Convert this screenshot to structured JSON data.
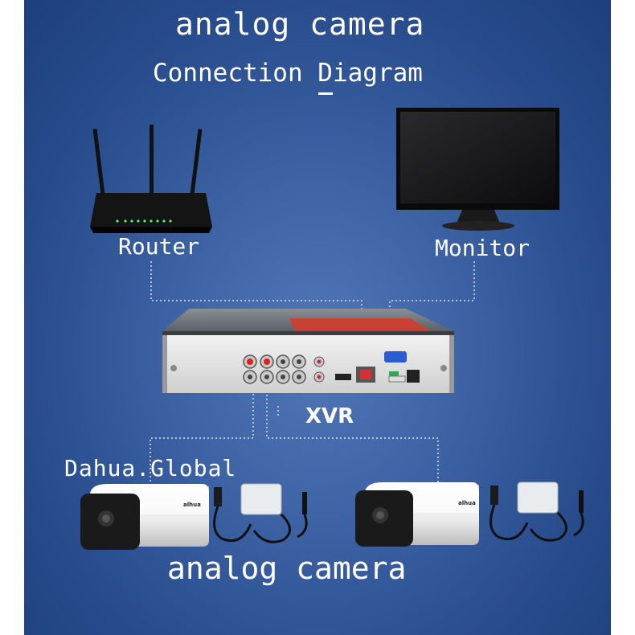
{
  "title": "analog camera",
  "subtitle": "Connection Diagram",
  "devices": {
    "router_label": "Router",
    "monitor_label": "Monitor",
    "xvr_label": "XVR",
    "camera_label": "analog camera"
  },
  "watermark": "Dahua.Global",
  "brand_text": "alhua",
  "colors": {
    "background": "#3d63a4",
    "text": "#ffffff",
    "connector_line": "#d8e0ef"
  }
}
